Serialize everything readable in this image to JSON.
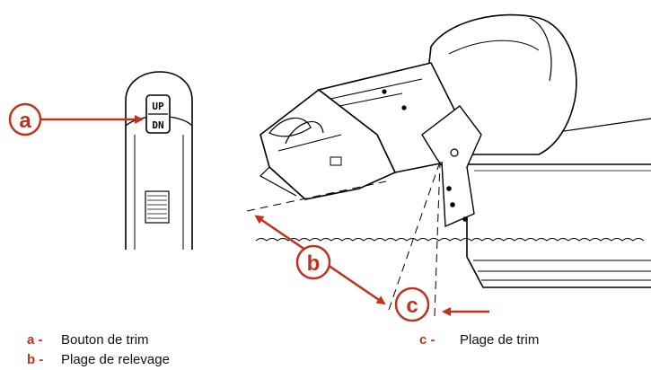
{
  "callouts": {
    "a": "a",
    "b": "b",
    "c": "c"
  },
  "trim_button": {
    "up": "UP",
    "down": "DN"
  },
  "legend": [
    {
      "key": "a -",
      "label": "Bouton de trim"
    },
    {
      "key": "b -",
      "label": "Plage de relevage"
    },
    {
      "key": "c -",
      "label": "Plage de trim"
    }
  ],
  "colors": {
    "callout": "#c0311e",
    "line": "#000000"
  }
}
